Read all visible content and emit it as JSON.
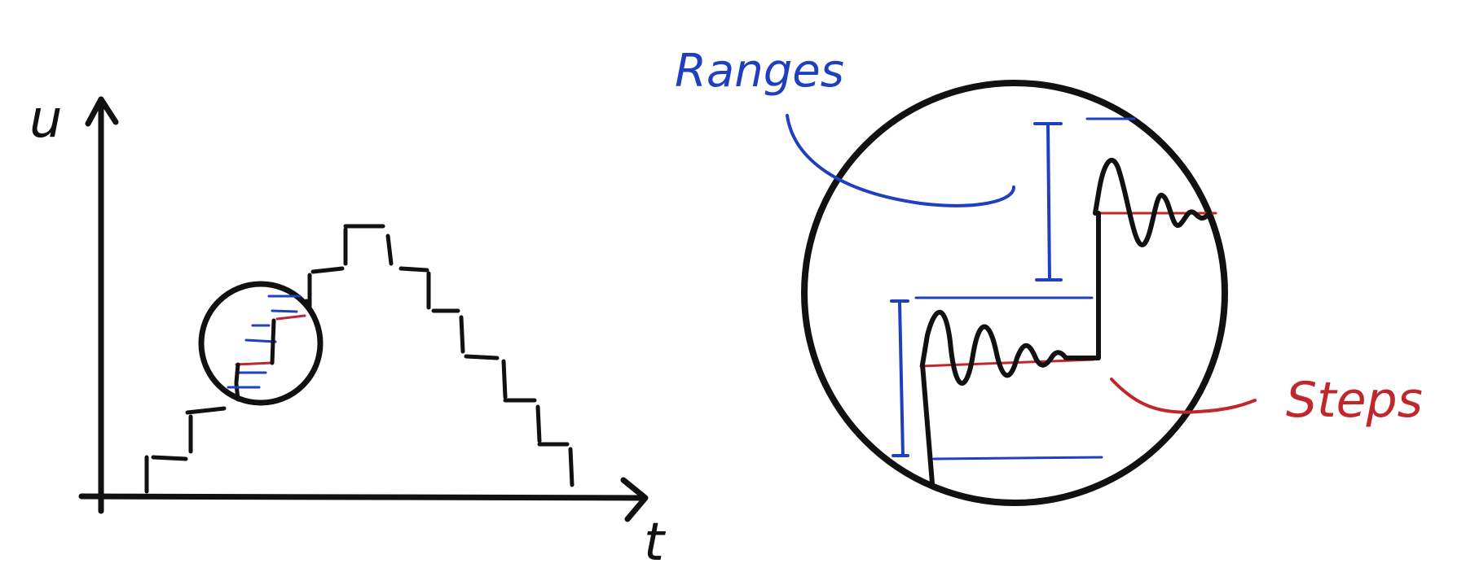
{
  "labels": {
    "y_axis": "u",
    "x_axis": "t",
    "ranges": "Ranges",
    "steps": "Steps"
  },
  "colors": {
    "ink": "#111111",
    "ranges": "#1f3fbf",
    "steps": "#c0272d"
  }
}
